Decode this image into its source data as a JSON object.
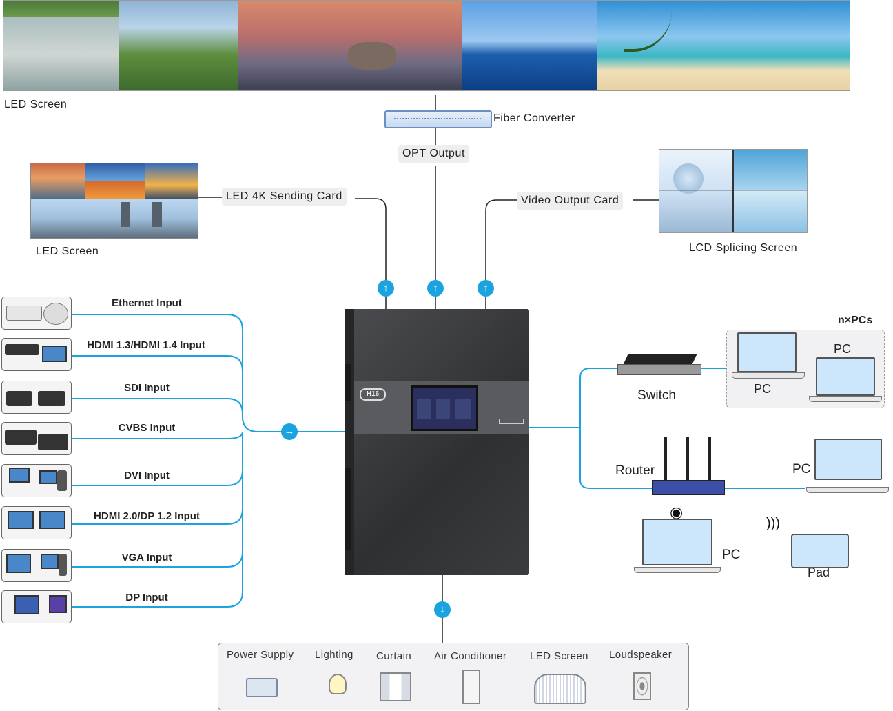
{
  "top_screen": {
    "label": "LED  Screen"
  },
  "fiber_converter": {
    "label": "Fiber Converter"
  },
  "opt_output": {
    "label": "OPT Output"
  },
  "led_sending_card": {
    "label": "LED  4K Sending Card"
  },
  "video_output_card": {
    "label": "Video Output Card"
  },
  "left_screen": {
    "label": "LED  Screen"
  },
  "lcd_screen": {
    "label": "LCD Splicing Screen"
  },
  "inputs": [
    {
      "label": "Ethernet Input"
    },
    {
      "label": "HDMI 1.3/HDMI 1.4  Input"
    },
    {
      "label": "SDI Input"
    },
    {
      "label": "CVBS Input"
    },
    {
      "label": "DVI Input"
    },
    {
      "label": "HDMI 2.0/DP 1.2 Input"
    },
    {
      "label": "VGA Input"
    },
    {
      "label": "DP Input"
    }
  ],
  "processor": {
    "badge": "H16"
  },
  "network": {
    "group_label": "n×PCs",
    "pc_label_1": "PC",
    "pc_label_2": "PC",
    "switch_label": "Switch",
    "router_label": "Router",
    "router_pc_label": "PC",
    "wifi_pc_label": "PC",
    "pad_label": "Pad"
  },
  "controls": [
    {
      "label": "Power Supply",
      "icon": "power-supply-icon"
    },
    {
      "label": "Lighting",
      "icon": "light-bulb-icon"
    },
    {
      "label": "Curtain",
      "icon": "curtain-icon"
    },
    {
      "label": "Air Conditioner",
      "icon": "air-conditioner-icon"
    },
    {
      "label": "LED Screen",
      "icon": "led-screen-icon"
    },
    {
      "label": "Loudspeaker",
      "icon": "loudspeaker-icon"
    }
  ],
  "colors": {
    "line": "#1ba3e0",
    "device_body": "#3a3b3d",
    "device_panel": "#4a4b4e"
  }
}
